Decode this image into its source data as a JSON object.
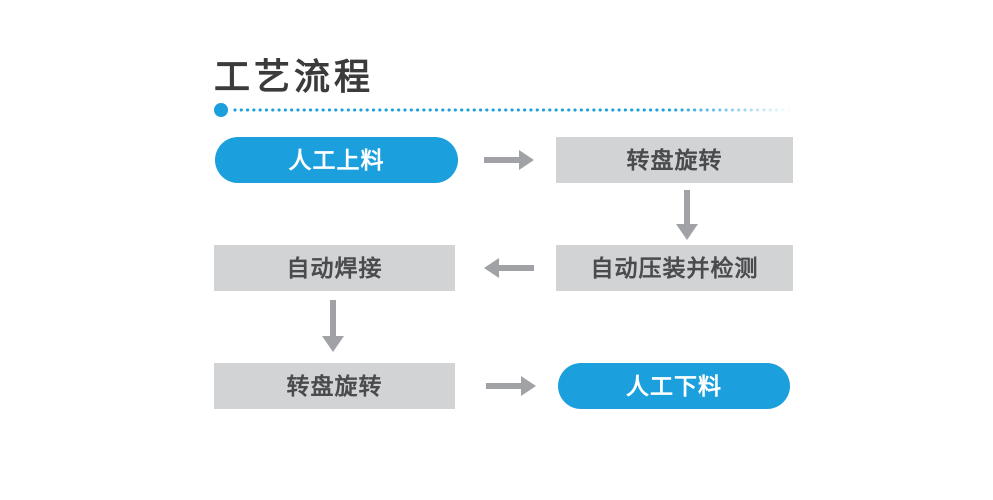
{
  "section": {
    "title": "工艺流程"
  },
  "flow": {
    "steps": [
      {
        "id": "manual-loading",
        "label": "人工上料",
        "variant": "highlight"
      },
      {
        "id": "turntable-rotation-1",
        "label": "转盘旋转",
        "variant": "default"
      },
      {
        "id": "auto-press-and-inspect",
        "label": "自动压装并检测",
        "variant": "default"
      },
      {
        "id": "auto-welding",
        "label": "自动焊接",
        "variant": "default"
      },
      {
        "id": "turntable-rotation-2",
        "label": "转盘旋转",
        "variant": "default"
      },
      {
        "id": "manual-unloading",
        "label": "人工下料",
        "variant": "highlight"
      }
    ],
    "connections": [
      {
        "from": "manual-loading",
        "to": "turntable-rotation-1",
        "direction": "right"
      },
      {
        "from": "turntable-rotation-1",
        "to": "auto-press-and-inspect",
        "direction": "down"
      },
      {
        "from": "auto-press-and-inspect",
        "to": "auto-welding",
        "direction": "left"
      },
      {
        "from": "auto-welding",
        "to": "turntable-rotation-2",
        "direction": "down"
      },
      {
        "from": "turntable-rotation-2",
        "to": "manual-unloading",
        "direction": "right"
      }
    ]
  },
  "colors": {
    "accent": "#1b9fdd",
    "node-gray": "#d2d3d5",
    "node-text": "#4a4b4d",
    "arrow-gray": "#a0a2a5",
    "title-text": "#3b3b3d"
  }
}
